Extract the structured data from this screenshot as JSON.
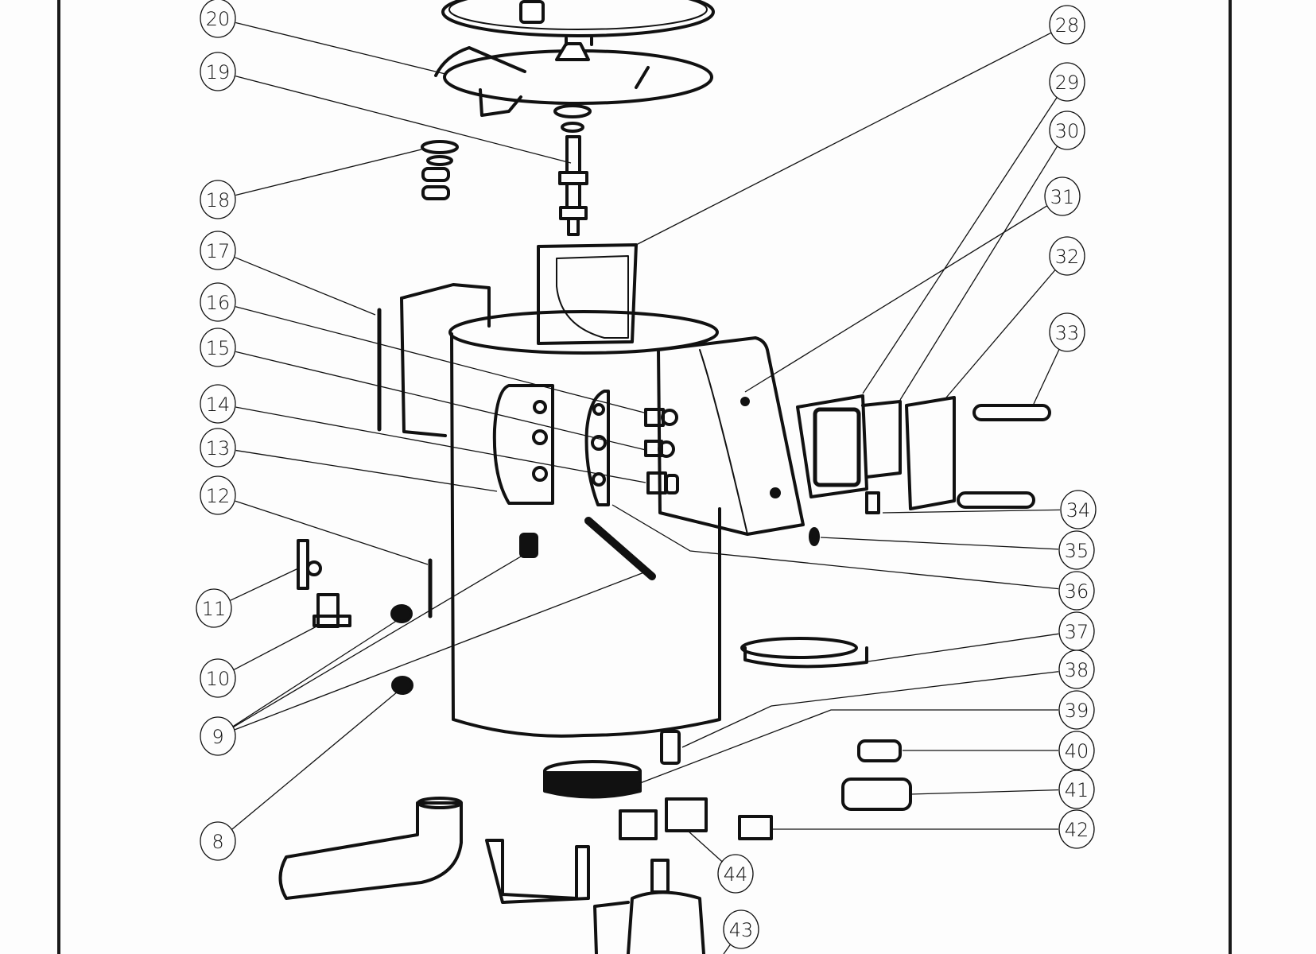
{
  "drawing": {
    "title": "Exploded parts diagram",
    "ink_color": "#111111",
    "paper_color": "#fdfdfd"
  },
  "callouts": [
    {
      "id": "20",
      "label": "20"
    },
    {
      "id": "19",
      "label": "19"
    },
    {
      "id": "18",
      "label": "18"
    },
    {
      "id": "17",
      "label": "17"
    },
    {
      "id": "16",
      "label": "16"
    },
    {
      "id": "15",
      "label": "15"
    },
    {
      "id": "14",
      "label": "14"
    },
    {
      "id": "13",
      "label": "13"
    },
    {
      "id": "12",
      "label": "12"
    },
    {
      "id": "11",
      "label": "11"
    },
    {
      "id": "10",
      "label": "10"
    },
    {
      "id": "9",
      "label": "9"
    },
    {
      "id": "8",
      "label": "8"
    },
    {
      "id": "28",
      "label": "28"
    },
    {
      "id": "29",
      "label": "29"
    },
    {
      "id": "30",
      "label": "30"
    },
    {
      "id": "31",
      "label": "31"
    },
    {
      "id": "32",
      "label": "32"
    },
    {
      "id": "33",
      "label": "33"
    },
    {
      "id": "34",
      "label": "34"
    },
    {
      "id": "35",
      "label": "35"
    },
    {
      "id": "36",
      "label": "36"
    },
    {
      "id": "37",
      "label": "37"
    },
    {
      "id": "38",
      "label": "38"
    },
    {
      "id": "39",
      "label": "39"
    },
    {
      "id": "40",
      "label": "40"
    },
    {
      "id": "41",
      "label": "41"
    },
    {
      "id": "42",
      "label": "42"
    },
    {
      "id": "44",
      "label": "44"
    },
    {
      "id": "43",
      "label": "43"
    }
  ]
}
